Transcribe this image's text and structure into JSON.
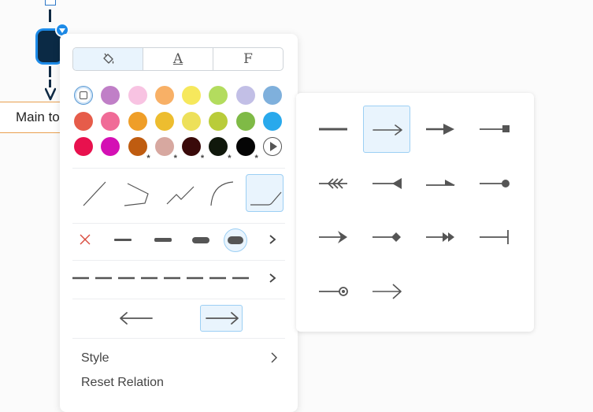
{
  "canvas": {
    "main_topic_label": "Main to",
    "accent_color": "#1d8be8",
    "node_color": "#0b2a45",
    "topic_border_color": "#e9a04f"
  },
  "panel": {
    "tabs": [
      {
        "name": "fill",
        "icon": "paint-bucket-icon",
        "label": ""
      },
      {
        "name": "text",
        "icon": "",
        "label": "A"
      },
      {
        "name": "font",
        "icon": "",
        "label": "F"
      }
    ],
    "colors": [
      {
        "hex": "none",
        "kind": "none"
      },
      {
        "hex": "#c07fc7"
      },
      {
        "hex": "#f8c3e2"
      },
      {
        "hex": "#f8b066"
      },
      {
        "hex": "#f6e85c"
      },
      {
        "hex": "#b3dc5e"
      },
      {
        "hex": "#c2bfe6"
      },
      {
        "hex": "#7fb0dc"
      },
      {
        "hex": "#e65c4a"
      },
      {
        "hex": "#f06b97"
      },
      {
        "hex": "#ef9e28"
      },
      {
        "hex": "#edbd2f"
      },
      {
        "hex": "#ede05a"
      },
      {
        "hex": "#b9cc3a"
      },
      {
        "hex": "#7fba46"
      },
      {
        "hex": "#29a9ec"
      },
      {
        "hex": "#e8114e"
      },
      {
        "hex": "#d410b4"
      },
      {
        "hex": "#bf5c10",
        "star": "*"
      },
      {
        "hex": "#d7a8a0",
        "star": "*"
      },
      {
        "hex": "#3a0a0a",
        "star": "*"
      },
      {
        "hex": "#10180c",
        "star": "*"
      },
      {
        "hex": "#050505",
        "star": "*"
      },
      {
        "hex": "more",
        "kind": "play"
      }
    ],
    "line_shapes": [
      "straight",
      "elbow",
      "zigzag",
      "curve",
      "rounded-elbow"
    ],
    "selected_line_shape": "rounded-elbow",
    "line_widths": [
      "none",
      "thin",
      "medium",
      "thick",
      "extra-thick"
    ],
    "selected_line_width": "extra-thick",
    "dash_style": "dashed",
    "directions": [
      "left",
      "right"
    ],
    "selected_direction": "right",
    "style_label": "Style",
    "reset_label": "Reset Relation"
  },
  "picker": {
    "arrows": [
      "none",
      "line-arrow",
      "triangle",
      "square",
      "triple-chevron-left",
      "triangle-left",
      "half-arrow",
      "dot",
      "filled-arrow",
      "diamond",
      "double-triangle",
      "bar",
      "circle",
      "open-arrow"
    ],
    "selected": "line-arrow"
  }
}
